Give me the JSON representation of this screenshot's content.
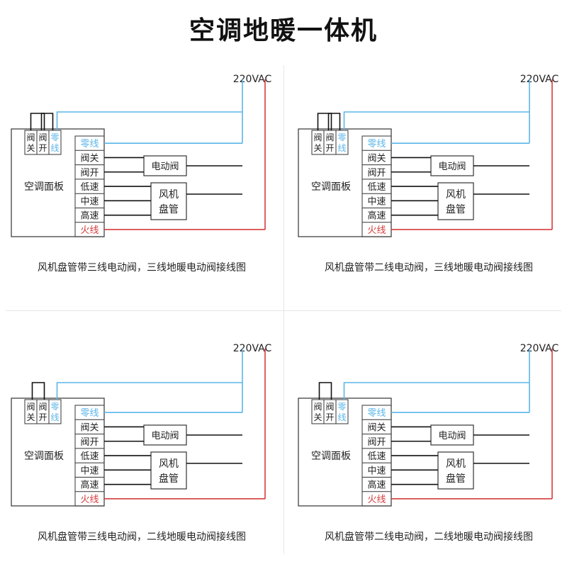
{
  "title": "空调地暖一体机",
  "colors": {
    "neutral": "#5bb5e8",
    "live": "#d63b3b",
    "wire": "#111111",
    "border": "#333333"
  },
  "diagrams": [
    {
      "supply": "220VAC",
      "panel_label": "空调面板",
      "top_terminals": [
        "阀关",
        "阀开",
        "零线"
      ],
      "side_terminals": [
        "零线",
        "阀关",
        "阀开",
        "低速",
        "中速",
        "高速",
        "火线"
      ],
      "valve_label": "电动阀",
      "fan_label": "风机盘管",
      "caption": "风机盘管带三线电动阀，三线地暖电动阀接线图"
    },
    {
      "supply": "220VAC",
      "panel_label": "空调面板",
      "top_terminals": [
        "阀关",
        "阀开",
        "零线"
      ],
      "side_terminals": [
        "零线",
        "阀关",
        "阀开",
        "低速",
        "中速",
        "高速",
        "火线"
      ],
      "valve_label": "电动阀",
      "fan_label": "风机盘管",
      "caption": "风机盘管带二线电动阀，三线地暖电动阀接线图"
    },
    {
      "supply": "220VAC",
      "panel_label": "空调面板",
      "top_terminals": [
        "阀关",
        "阀开",
        "零线"
      ],
      "side_terminals": [
        "零线",
        "阀关",
        "阀开",
        "低速",
        "中速",
        "高速",
        "火线"
      ],
      "valve_label": "电动阀",
      "fan_label": "风机盘管",
      "caption": "风机盘管带三线电动阀，二线地暖电动阀接线图"
    },
    {
      "supply": "220VAC",
      "panel_label": "空调面板",
      "top_terminals": [
        "阀关",
        "阀开",
        "零线"
      ],
      "side_terminals": [
        "零线",
        "阀关",
        "阀开",
        "低速",
        "中速",
        "高速",
        "火线"
      ],
      "valve_label": "电动阀",
      "fan_label": "风机盘管",
      "caption": "风机盘管带二线电动阀，二线地暖电动阀接线图"
    }
  ]
}
